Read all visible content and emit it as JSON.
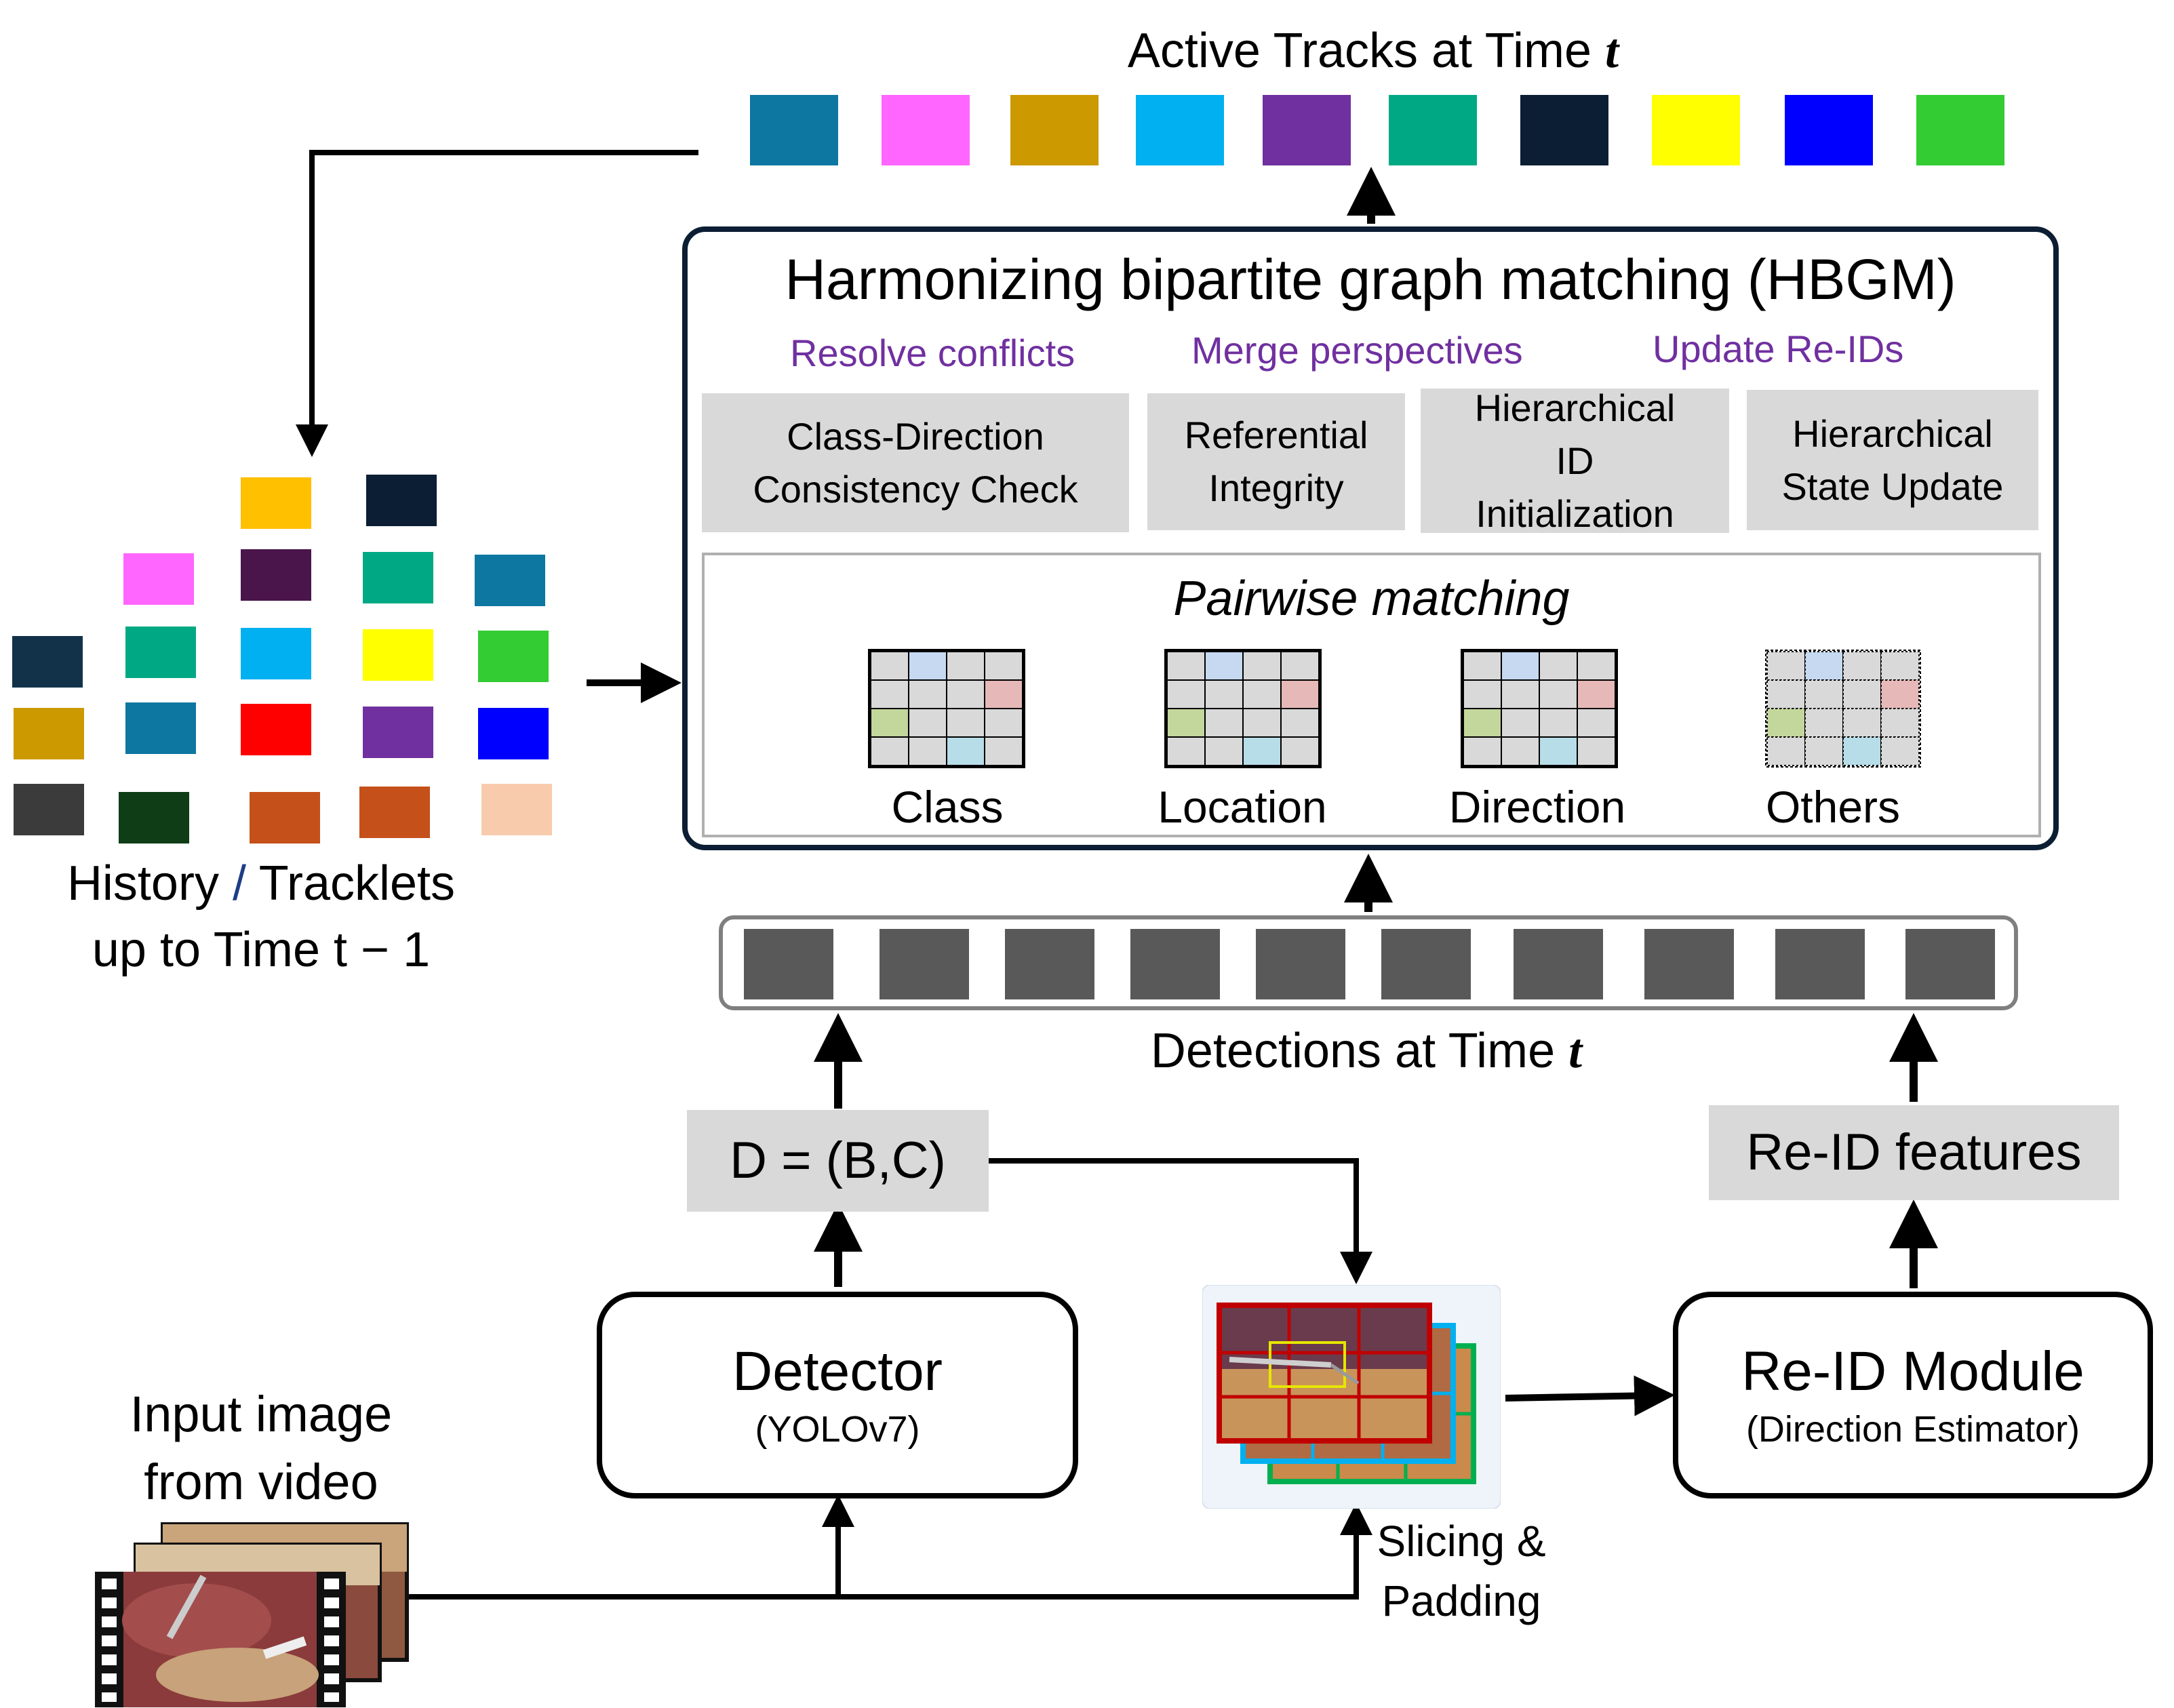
{
  "top": {
    "title_prefix": "Active Tracks at Time ",
    "title_var": "t",
    "track_colors": [
      "#0e77a1",
      "#ff66ff",
      "#cc9900",
      "#00b0f0",
      "#7030a0",
      "#00a984",
      "#0c1e33",
      "#ffff00",
      "#0000ff",
      "#33cc33"
    ]
  },
  "hbgm": {
    "title": "Harmonizing bipartite graph matching (HBGM)",
    "groups": [
      {
        "label": "Resolve conflicts"
      },
      {
        "label": "Merge perspectives"
      },
      {
        "label": "Update Re-IDs"
      }
    ],
    "boxes": [
      {
        "line1": "Class-Direction",
        "line2": "Consistency Check",
        "line3": ""
      },
      {
        "line1": "Referential",
        "line2": "Integrity",
        "line3": ""
      },
      {
        "line1": "Hierarchical",
        "line2": "ID",
        "line3": "Initialization"
      },
      {
        "line1": "Hierarchical",
        "line2": "State Update",
        "line3": ""
      }
    ],
    "pairwise": {
      "title": "Pairwise matching",
      "items": [
        "Class",
        "Location",
        "Direction",
        "Others"
      ]
    }
  },
  "history": {
    "line1_a": "History ",
    "line1_slash": "/",
    "line1_b": " Tracklets",
    "line2": "up to Time t − 1",
    "colors": [
      "#ffc000",
      "#0c1e33",
      "#ff66ff",
      "#4a154b",
      "#00a984",
      "#0e77a1",
      "#12324a",
      "#00a984",
      "#00b0f0",
      "#ffff00",
      "#33cc33",
      "#cc9900",
      "#0e77a1",
      "#ff0000",
      "#7030a0",
      "#0000ff",
      "#3b3b3b",
      "#0f3d16",
      "#c5501a",
      "#c5501a",
      "#f8cbad"
    ]
  },
  "detections": {
    "label_prefix": "Detections at Time ",
    "label_var": "t",
    "count": 10,
    "color": "#595959"
  },
  "dbox": {
    "label": "D = (B,C)"
  },
  "reid_features": {
    "label": "Re-ID features"
  },
  "detector": {
    "title": "Detector",
    "subtitle": "(YOLOv7)"
  },
  "reid_module": {
    "title": "Re-ID Module",
    "subtitle": "(Direction Estimator)"
  },
  "input": {
    "line1": "Input image",
    "line2": "from video"
  },
  "slicing": {
    "line1": "Slicing &",
    "line2": "Padding"
  }
}
